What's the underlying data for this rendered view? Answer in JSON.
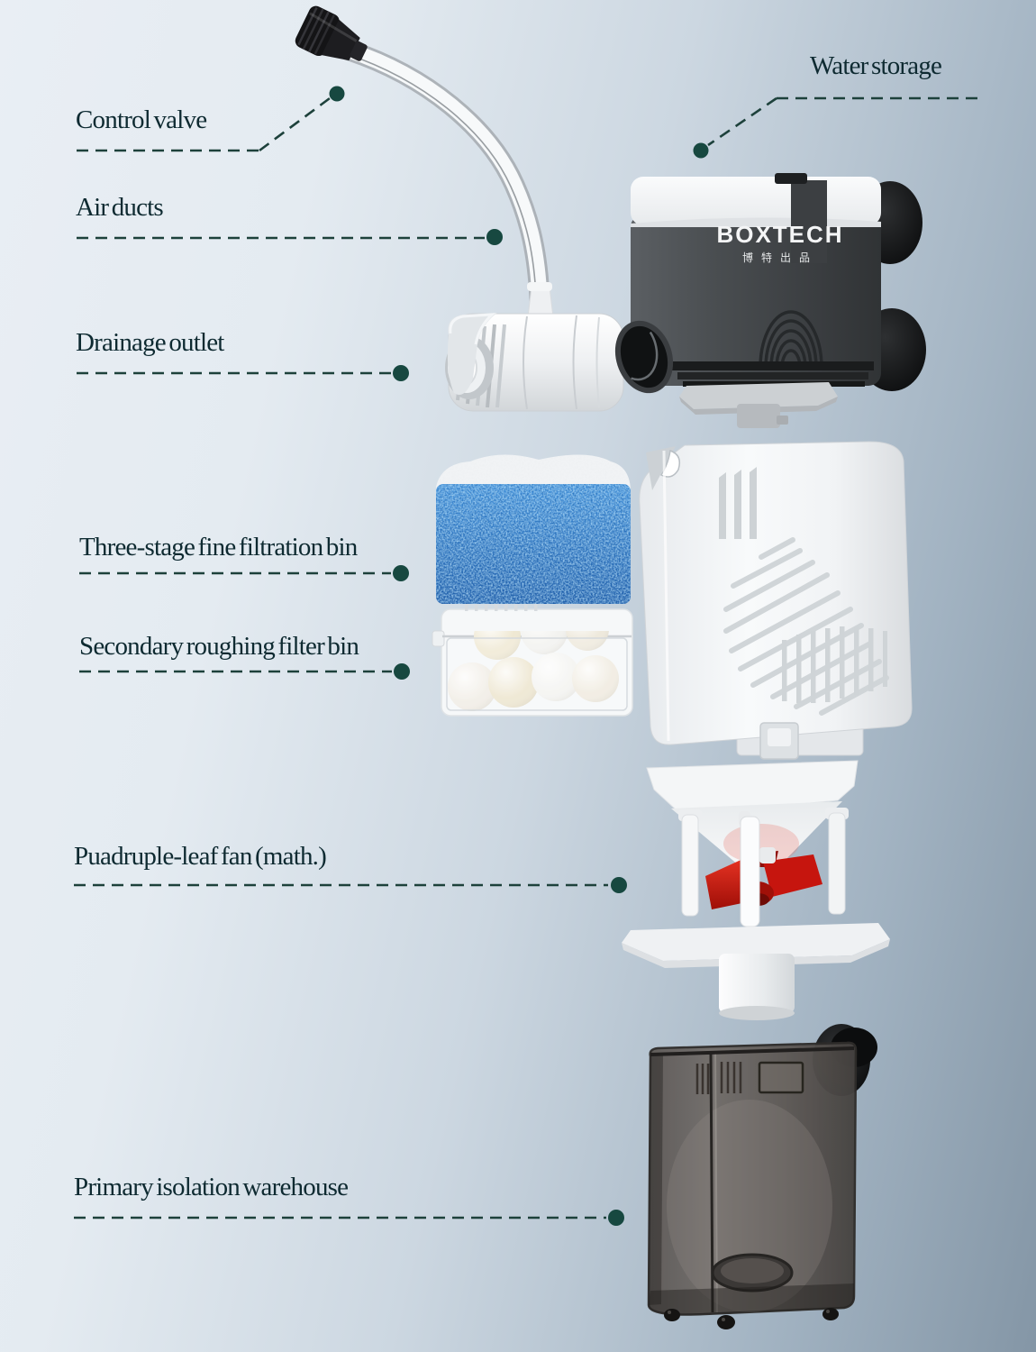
{
  "brand": {
    "name": "BOXTECH",
    "subtext": "博特出品"
  },
  "labels": {
    "control_valve": "Control valve",
    "air_ducts": "Air ducts",
    "drainage_outlet": "Drainage outlet",
    "three_stage_fine_filtration_bin": "Three-stage fine filtration bin",
    "secondary_roughing_filter_bin": "Secondary roughing filter bin",
    "quadruple_leaf_fan": "Puadruple-leaf fan (math.)",
    "primary_isolation_warehouse": "Primary isolation warehouse",
    "water_storage": "Water storage"
  },
  "colors": {
    "label_text": "#0e2a31",
    "connector_line": "#1d413b",
    "connector_dot": "#174840",
    "background_left": "#e9eef4",
    "background_right": "#8496a6",
    "sponge_blue": "#2b7ac8",
    "impeller_red": "#c8170f",
    "pump_body_gray": "#46494c",
    "chamber_smoke": "#5e5955"
  }
}
